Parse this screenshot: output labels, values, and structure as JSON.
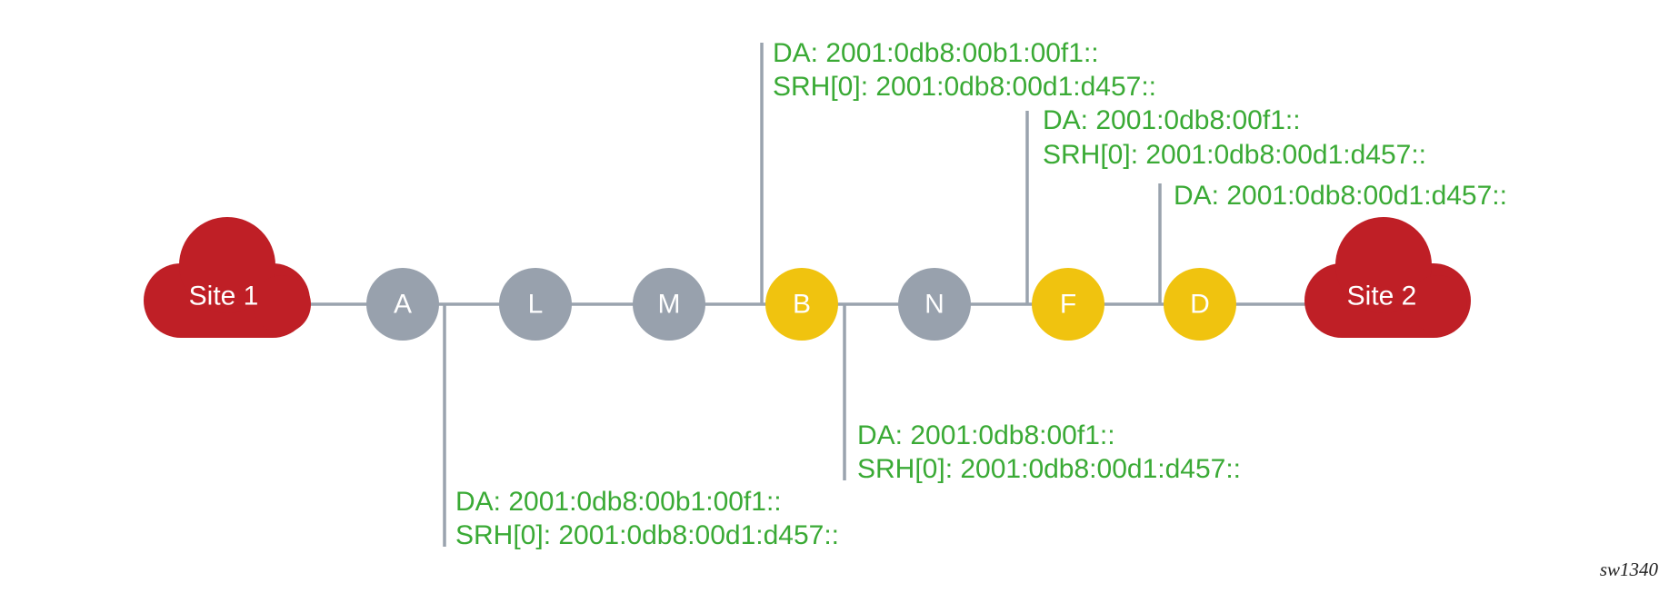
{
  "sites": {
    "site1": "Site 1",
    "site2": "Site 2"
  },
  "nodes": [
    {
      "id": "A",
      "label": "A",
      "style": "transit"
    },
    {
      "id": "L",
      "label": "L",
      "style": "transit"
    },
    {
      "id": "M",
      "label": "M",
      "style": "transit"
    },
    {
      "id": "B",
      "label": "B",
      "style": "segment"
    },
    {
      "id": "N",
      "label": "N",
      "style": "transit"
    },
    {
      "id": "F",
      "label": "F",
      "style": "segment"
    },
    {
      "id": "D",
      "label": "D",
      "style": "segment"
    }
  ],
  "headers": {
    "a_to_l": {
      "da": "DA: 2001:0db8:00b1:00f1::",
      "srh": "SRH[0]: 2001:0db8:00d1:d457::"
    },
    "m_to_b": {
      "da": "DA: 2001:0db8:00b1:00f1::",
      "srh": "SRH[0]: 2001:0db8:00d1:d457::"
    },
    "b_to_n": {
      "da": "DA: 2001:0db8:00f1::",
      "srh": "SRH[0]: 2001:0db8:00d1:d457::"
    },
    "n_to_f": {
      "da": "DA: 2001:0db8:00f1::",
      "srh": "SRH[0]: 2001:0db8:00d1:d457::"
    },
    "f_to_d": {
      "da": "DA: 2001:0db8:00d1:d457::"
    }
  },
  "figure_id": "sw1340",
  "colors": {
    "cloud": "#bf1f26",
    "transit_node": "#98a1ad",
    "segment_node": "#f0c30f",
    "link": "#9aa3ae",
    "header_text": "#3aaa35"
  }
}
